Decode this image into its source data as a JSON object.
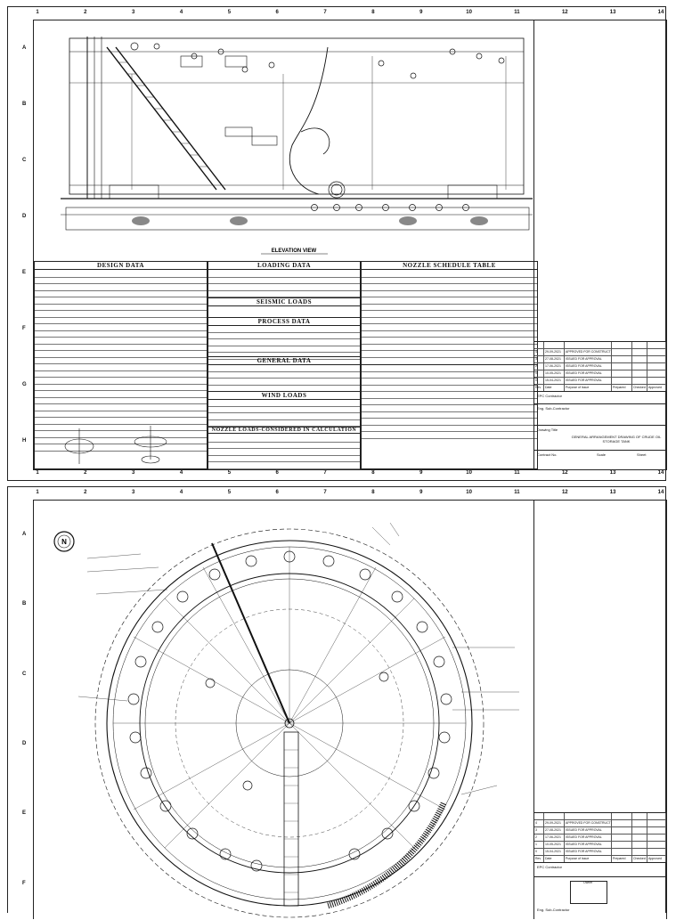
{
  "sheet1": {
    "zones_top": [
      "1",
      "2",
      "3",
      "4",
      "5",
      "6",
      "7",
      "8",
      "9",
      "10",
      "11",
      "12",
      "13",
      "14"
    ],
    "zones_side": [
      "A",
      "B",
      "C",
      "D",
      "E",
      "F",
      "G",
      "H"
    ],
    "elevation_title": "ELEVATION VIEW",
    "design_data_title": "DESIGN DATA",
    "loading_data_title": "LOADING DATA",
    "seismic_loads_title": "SEISMIC LOADS",
    "process_data_title": "PROCESS DATA",
    "general_data_title": "GENERAL DATA",
    "wind_loads_title": "WIND LOADS",
    "nozzle_loads_title": "NOZZLE LOADS-CONSIDERED IN CALCULATION",
    "nozzle_schedule_title": "NOZZLE SCHEDULE TABLE",
    "title_block": {
      "revisions": [
        {
          "rev": "4",
          "date": "29-09-2021",
          "purpose": "APPROVED FOR CONSTRUCTION"
        },
        {
          "rev": "3",
          "date": "27-08-2021",
          "purpose": "ISSUED FOR APPROVAL"
        },
        {
          "rev": "2",
          "date": "17-06-2021",
          "purpose": "ISSUED FOR APPROVAL"
        },
        {
          "rev": "1",
          "date": "10-05-2021",
          "purpose": "ISSUED FOR APPROVAL"
        },
        {
          "rev": "0",
          "date": "15-04-2021",
          "purpose": "ISSUED FOR APPROVAL"
        }
      ],
      "rev_header": [
        "Rev",
        "Date",
        "Purpose of Issue",
        "Prepared",
        "Checked",
        "Approved"
      ],
      "contractor_label": "EPC Contractor",
      "subcontractor_label": "Eng. Sub-Contractor",
      "drawing_title_label": "Drawing Title",
      "drawing_title": "GENERAL ARRANGEMENT DRAWING OF CRUDE OIL STORAGE TANK",
      "contract_no_label": "Contract No.",
      "sheet_label": "Sheet",
      "scale_label": "Scale"
    }
  },
  "sheet2": {
    "zones_top": [
      "1",
      "2",
      "3",
      "4",
      "5",
      "6",
      "7",
      "8",
      "9",
      "10",
      "11",
      "12",
      "13",
      "14"
    ],
    "zones_side": [
      "A",
      "B",
      "C",
      "D",
      "E",
      "F"
    ],
    "north_label": "N",
    "title_block": {
      "revisions": [
        {
          "rev": "4",
          "date": "29-09-2021",
          "purpose": "APPROVED FOR CONSTRUCTION"
        },
        {
          "rev": "3",
          "date": "27-08-2021",
          "purpose": "ISSUED FOR APPROVAL"
        },
        {
          "rev": "2",
          "date": "17-06-2021",
          "purpose": "ISSUED FOR APPROVAL"
        },
        {
          "rev": "1",
          "date": "10-05-2021",
          "purpose": "ISSUED FOR APPROVAL"
        },
        {
          "rev": "0",
          "date": "15-04-2021",
          "purpose": "ISSUED FOR APPROVAL"
        }
      ],
      "rev_header": [
        "Rev",
        "Date",
        "Purpose of Issue",
        "Prepared",
        "Checked",
        "Approved"
      ],
      "contractor_label": "EPC Contractor",
      "subcontractor_label": "Eng. Sub-Contractor",
      "owner_label": "Owner"
    }
  }
}
